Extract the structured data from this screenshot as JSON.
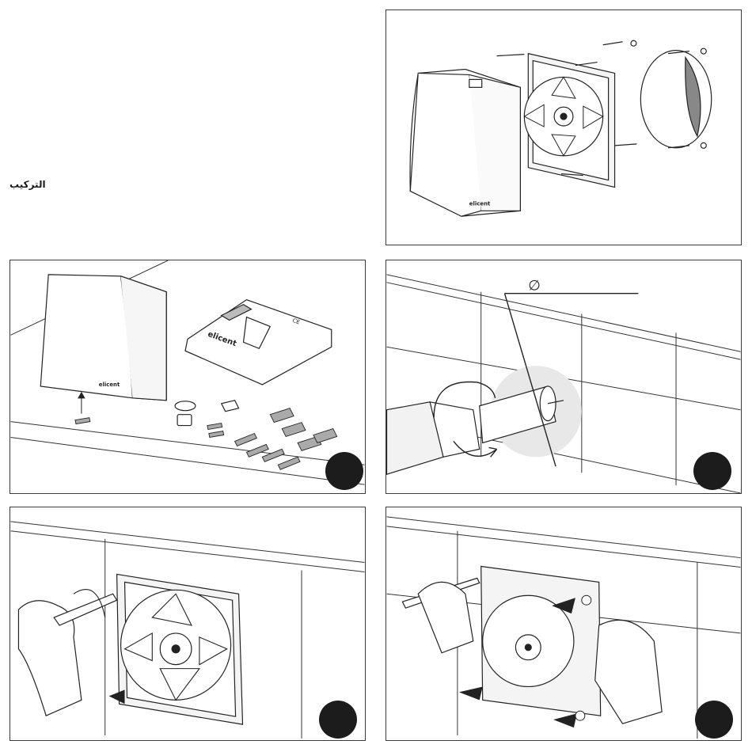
{
  "section": {
    "title": "التركيب"
  },
  "brand": {
    "logo_text": "elicent",
    "cover_mark": "elicent",
    "ce_mark": "CE"
  },
  "annotations": {
    "diameter_symbol": "∅"
  },
  "colors": {
    "ink": "#1c1c1c",
    "line": "#3a3a3a",
    "wall_cut": "#888888",
    "highlight": "#e8e8e8"
  },
  "icons": {
    "exploded_view": "fan-exploded-icon",
    "contents": "package-contents-icon",
    "drill": "core-drill-icon",
    "screwdriver": "screwdriver-icon",
    "pencil": "pencil-marking-icon"
  },
  "steps": [
    {
      "id": "contents",
      "marker": ""
    },
    {
      "id": "drill",
      "marker": ""
    },
    {
      "id": "unscrew",
      "marker": ""
    },
    {
      "id": "mark",
      "marker": ""
    }
  ]
}
